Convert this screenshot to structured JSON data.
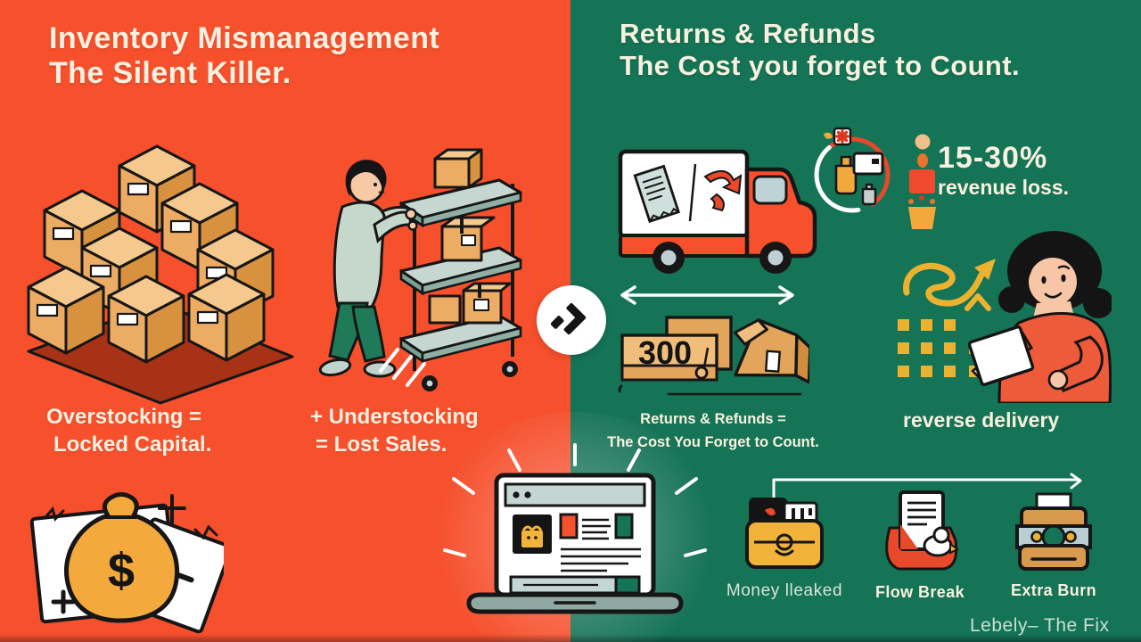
{
  "left": {
    "title_line1": "Inventory Mismanagement",
    "title_line2": "The Silent Killer.",
    "overstocking_caption_line1": "Overstocking =",
    "overstocking_caption_line2": "Locked Capital.",
    "understocking_caption_line1": "+ Understocking",
    "understocking_caption_line2": "= Lost Sales.",
    "money_bag_symbol": "$"
  },
  "right": {
    "title_line1": "Returns & Refunds",
    "title_line2": "The Cost you forget to Count.",
    "stat_value": "15-30%",
    "stat_caption": "revenue loss.",
    "returns_box_number": "300",
    "returns_caption_line1": "Returns & Refunds =",
    "returns_caption_line2": "The Cost You Forget to Count.",
    "reverse_delivery_label": "reverse delivery",
    "cost_items": [
      {
        "label": "Money lleaked",
        "icon": "money-leaked-briefcase-icon"
      },
      {
        "label": "Flow Break",
        "icon": "flow-break-document-icon"
      },
      {
        "label": "Extra Burn",
        "icon": "extra-burn-box-icon"
      }
    ],
    "brand_signature": "Lebely– The Fix"
  },
  "colors": {
    "left_background": "#F6502D",
    "right_background": "#157356",
    "heading_text": "#F8F1DF",
    "accent_yellow": "#F2B33B",
    "accent_red": "#E8492B",
    "box_tan": "#EDAC64"
  }
}
